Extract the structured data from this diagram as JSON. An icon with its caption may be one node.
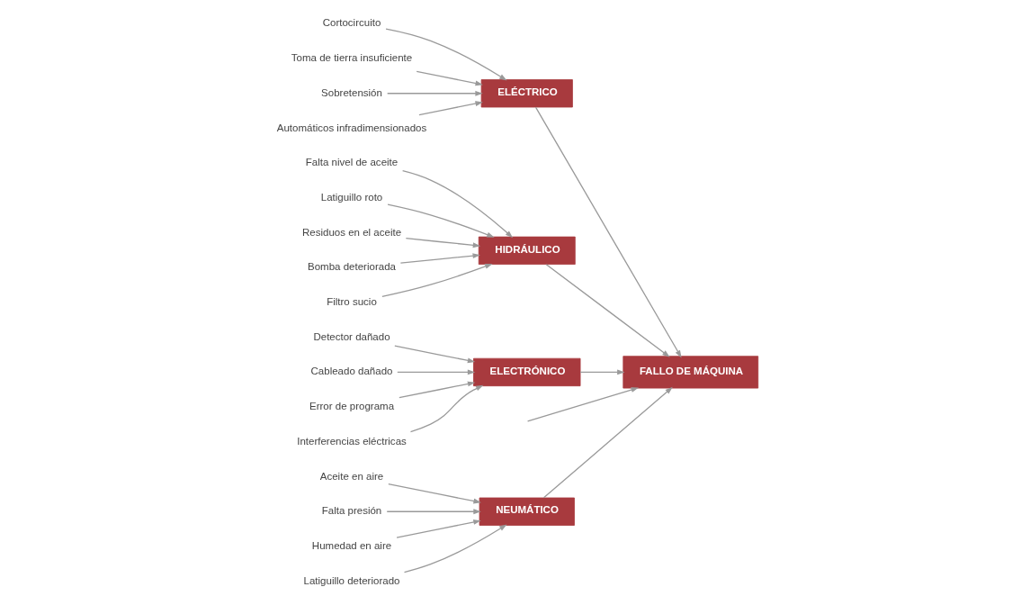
{
  "diagram": {
    "nodes": [
      {
        "text": [
          "NEUMÁTICO"
        ]
      },
      {
        "text": [
          "ELÉCTRICO"
        ]
      },
      {
        "text": [
          "Aceite en aire"
        ]
      },
      {
        "text": [
          "Falta presión"
        ]
      },
      {
        "text": [
          "Humedad en aire"
        ]
      },
      {
        "text": [
          "Latiguillo deteriorado"
        ]
      },
      {
        "text": [
          "Cortocircuito"
        ]
      },
      {
        "text": [
          "Toma de tierra insuficiente"
        ]
      },
      {
        "text": [
          "Sobretensión"
        ]
      },
      {
        "text": [
          "Automáticos infradimensionados"
        ]
      },
      {
        "text": [
          "FALLO DE MÁQUINA"
        ]
      },
      {
        "text": [
          "Falta nivel de aceite"
        ]
      },
      {
        "text": [
          "Latiguillo roto"
        ]
      },
      {
        "text": [
          "Residuos en el aceite"
        ]
      },
      {
        "text": [
          "Bomba deteriorada"
        ]
      },
      {
        "text": [
          "Filtro sucio"
        ]
      },
      {
        "text": [
          "Detector dañado"
        ]
      },
      {
        "text": [
          "Cableado dañado"
        ]
      },
      {
        "text": [
          "Error de programa"
        ]
      },
      {
        "text": [
          "Interferencias eléctricas"
        ]
      },
      {
        "text": [
          "HIDRÁULICO"
        ]
      },
      {
        "text": [
          "ELECTRÓNICO"
        ]
      }
    ],
    "edges": [
      {
        "from": null,
        "to": 10,
        "arrow": "to"
      },
      {
        "from": 0,
        "to": 10,
        "arrow": "to"
      },
      {
        "from": 1,
        "to": 10,
        "arrow": "to"
      },
      {
        "from": 20,
        "to": 10,
        "arrow": "to"
      },
      {
        "from": 21,
        "to": 10,
        "arrow": "to"
      },
      {
        "from": 2,
        "to": 0,
        "arrow": "to"
      },
      {
        "from": 3,
        "to": 0,
        "arrow": "to"
      },
      {
        "from": 4,
        "to": 0,
        "arrow": "to"
      },
      {
        "from": 5,
        "to": 0,
        "arrow": "to"
      },
      {
        "from": 6,
        "to": 1,
        "arrow": "to"
      },
      {
        "from": 7,
        "to": 1,
        "arrow": "to"
      },
      {
        "from": 8,
        "to": 1,
        "arrow": "to"
      },
      {
        "from": 9,
        "to": 1,
        "arrow": "to"
      },
      {
        "from": 11,
        "to": 20,
        "arrow": "to"
      },
      {
        "from": 12,
        "to": 20,
        "arrow": "to"
      },
      {
        "from": 13,
        "to": 20,
        "arrow": "to"
      },
      {
        "from": 14,
        "to": 20,
        "arrow": "to"
      },
      {
        "from": 15,
        "to": 20,
        "arrow": "to"
      },
      {
        "from": 16,
        "to": 21,
        "arrow": "to"
      },
      {
        "from": 17,
        "to": 21,
        "arrow": "to"
      },
      {
        "from": 18,
        "to": 21,
        "arrow": "to"
      },
      {
        "from": 19,
        "to": 21,
        "arrow": "to"
      }
    ]
  }
}
